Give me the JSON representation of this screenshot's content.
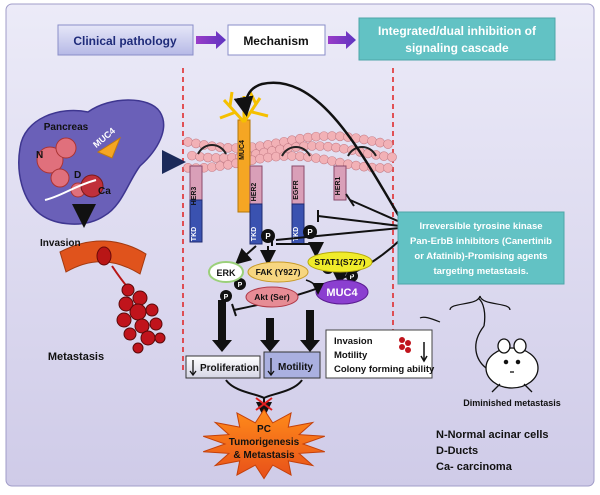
{
  "header": {
    "box1": "Clinical pathology",
    "box2": "Mechanism",
    "box3_line1": "Integrated/dual inhibition of",
    "box3_line2": "signaling cascade"
  },
  "organ": {
    "pancreas": "Pancreas",
    "muc4": "MUC4",
    "n": "N",
    "d": "D",
    "ca": "Ca",
    "invasion": "Invasion",
    "metastasis": "Metastasis"
  },
  "membrane": {
    "muc4": "MUC4",
    "her3": "HER3",
    "egfr": "EGFR",
    "her1": "HER1",
    "tkd": "TKD",
    "p": "P"
  },
  "signaling": {
    "erk": "ERK",
    "fak": "FAK (Y927)",
    "akt": "Akt (Ser)",
    "stat": "STAT1(S727)",
    "muc4": "MUC4"
  },
  "inhibitor": {
    "line1": "Irreversible tyrosine kinase",
    "line2": "Pan-ErbB inhibitors (Canertinib",
    "line3": "or Afatinib)-Promising agents",
    "line4": "targeting metastasis."
  },
  "outcomes": {
    "proliferation": "Proliferation",
    "motility": "Motility"
  },
  "effects": {
    "invasion": "Invasion",
    "motility": "Motility",
    "colony": "Colony forming ability"
  },
  "mouse": {
    "label": "Diminished metastasis"
  },
  "burst": {
    "line1": "PC",
    "line2": "Tumorigenesis",
    "line3": "& Metastasis"
  },
  "legend": {
    "n": "N-Normal acinar cells",
    "d": "D-Ducts",
    "ca": "Ca- carcinoma"
  },
  "colors": {
    "panel": "#d6d3ec",
    "header_box": "#cfd2ee",
    "header_box3": "#62c2c4",
    "inhibitor_box": "#62c2c4",
    "pancreas": "#6a60b8",
    "membrane": "#f2b1b6",
    "burst": "#f06a1a",
    "red_dash": "#e02020"
  }
}
